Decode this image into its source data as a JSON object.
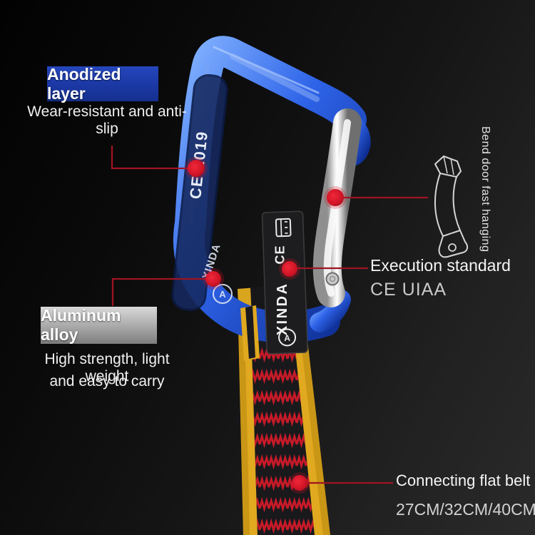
{
  "callouts": {
    "anodized": {
      "title": "Anodized layer",
      "description": "Wear-resistant and anti-slip"
    },
    "bend_gate": {
      "label": "Bend door fast hanging"
    },
    "execution_standard": {
      "title": "Execution standard",
      "value": "CE UIAA"
    },
    "aluminum": {
      "title": "Aluminum alloy",
      "description_line1": "High strength, light weight",
      "description_line2": "and easy to carry"
    },
    "connecting_belt": {
      "title": "Connecting flat belt",
      "sizes": "27CM/32CM/40CM"
    }
  },
  "product_markings": {
    "spine_certification": "CE 1019",
    "frame_brand": "XINDA",
    "tag_brand": "XINDA",
    "tag_ce": "CE",
    "logo_letter": "A"
  },
  "colors": {
    "background_dark": "#141414",
    "callout_box_blue": "#1b38a4",
    "callout_box_gray": "#aaaaaa",
    "carabiner_blue": "#2e63e8",
    "gate_silver": "#c9c9c9",
    "webbing_yellow": "#e0a91f",
    "stitch_red": "#c61a28",
    "leader_line_red": "#9e1422",
    "marker_dot_red": "#cf1426"
  }
}
